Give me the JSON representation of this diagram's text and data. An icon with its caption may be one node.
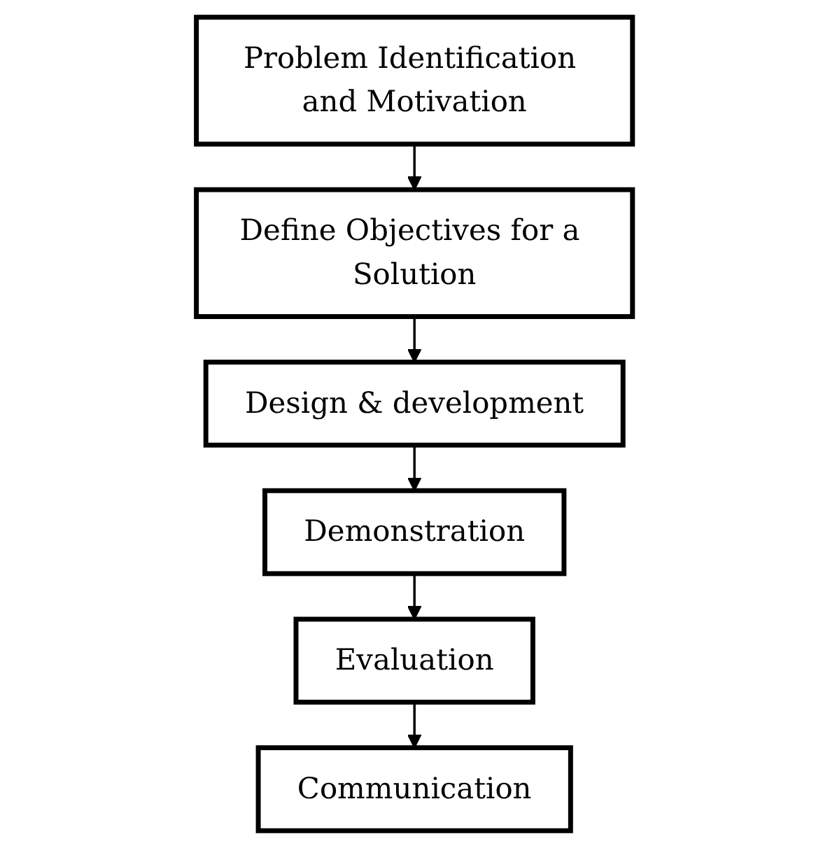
{
  "diagram": {
    "nodes": [
      {
        "text": [
          "Problem Identification and Motivation"
        ]
      },
      {
        "text": [
          "Define Objectives for a Solution"
        ]
      },
      {
        "text": [
          "Design & development"
        ]
      },
      {
        "text": [
          "Demonstration"
        ]
      },
      {
        "text": [
          "Evaluation"
        ]
      },
      {
        "text": [
          "Communication"
        ]
      }
    ],
    "edges": [
      {
        "from": 0,
        "to": 1,
        "arrow": "to"
      },
      {
        "from": 1,
        "to": 2,
        "arrow": "to"
      },
      {
        "from": 2,
        "to": 3,
        "arrow": "to"
      },
      {
        "from": 3,
        "to": 4,
        "arrow": "to"
      },
      {
        "from": 4,
        "to": 5,
        "arrow": "to"
      }
    ]
  }
}
